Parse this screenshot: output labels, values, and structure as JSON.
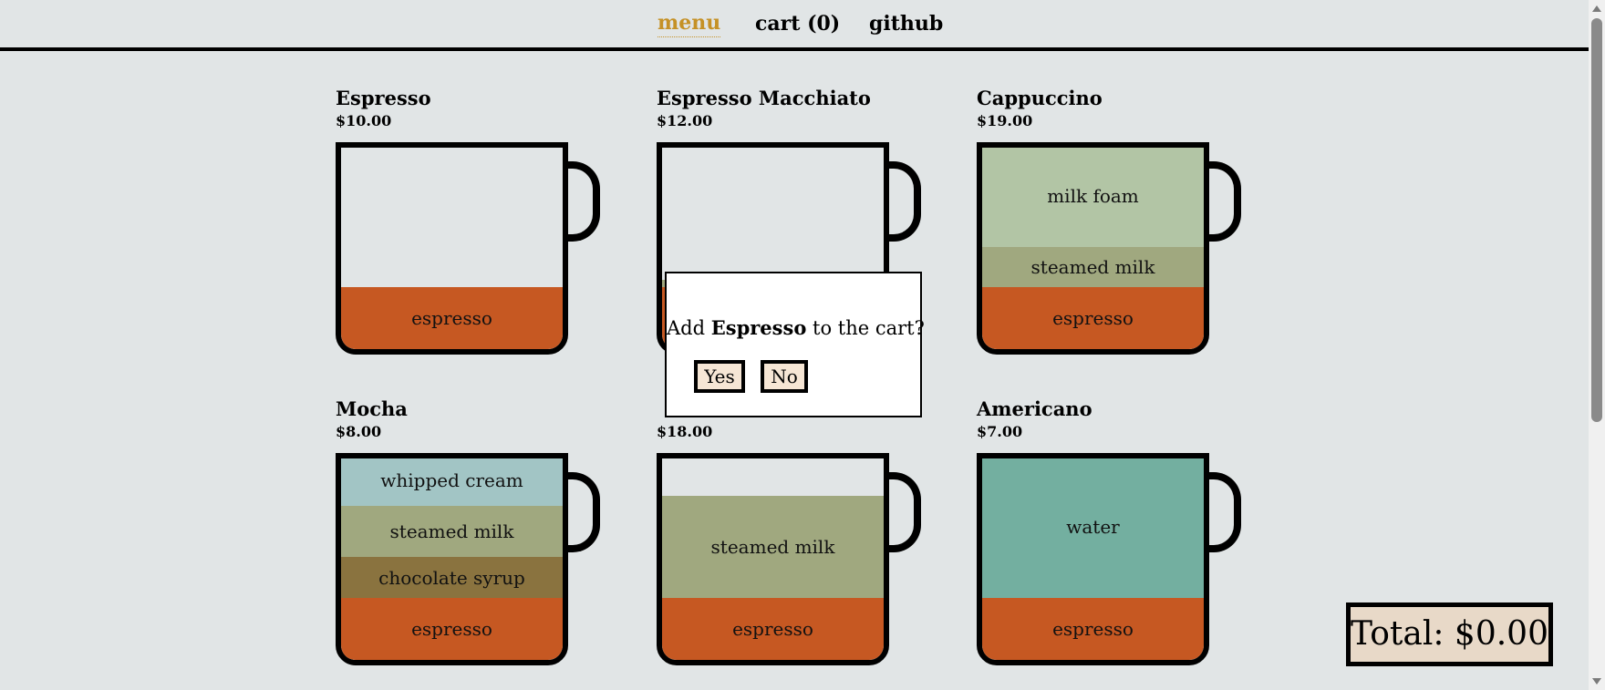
{
  "nav": {
    "menu": "menu",
    "cart": "cart (0)",
    "github": "github"
  },
  "items": {
    "espresso": {
      "name": "Espresso",
      "price": "$10.00",
      "layers": [
        {
          "label": "espresso",
          "color": "#c65822",
          "height": 68
        }
      ]
    },
    "macchiato": {
      "name": "Espresso Macchiato",
      "price": "$12.00",
      "layers": [
        {
          "label": "",
          "color": "#a0a87f",
          "height": 8
        },
        {
          "label": "",
          "color": "#c65822",
          "height": 68
        }
      ]
    },
    "cappuccino": {
      "name": "Cappuccino",
      "price": "$19.00",
      "layers": [
        {
          "label": "milk foam",
          "color": "#b2c5a5",
          "height": 112
        },
        {
          "label": "steamed milk",
          "color": "#a0a87f",
          "height": 44
        },
        {
          "label": "espresso",
          "color": "#c65822",
          "height": 68
        }
      ]
    },
    "mocha": {
      "name": "Mocha",
      "price": "$8.00",
      "layers": [
        {
          "label": "whipped cream",
          "color": "#a2c5c5",
          "height": 56
        },
        {
          "label": "steamed milk",
          "color": "#a0a87f",
          "height": 56
        },
        {
          "label": "chocolate syrup",
          "color": "#8a733f",
          "height": 45
        },
        {
          "label": "espresso",
          "color": "#c65822",
          "height": 68
        }
      ]
    },
    "flatwhite": {
      "name": "",
      "price": "$18.00",
      "layers": [
        {
          "label": "steamed milk",
          "color": "#a0a87f",
          "height": 112
        },
        {
          "label": "espresso",
          "color": "#c65822",
          "height": 68
        }
      ]
    },
    "americano": {
      "name": "Americano",
      "price": "$7.00",
      "layers": [
        {
          "label": "water",
          "color": "#73afa0",
          "height": 157
        },
        {
          "label": "espresso",
          "color": "#c65822",
          "height": 68
        }
      ]
    }
  },
  "modal": {
    "prefix": "Add ",
    "item": "Espresso",
    "suffix": " to the cart?",
    "yes": "Yes",
    "no": "No"
  },
  "total": "Total: $0.00"
}
